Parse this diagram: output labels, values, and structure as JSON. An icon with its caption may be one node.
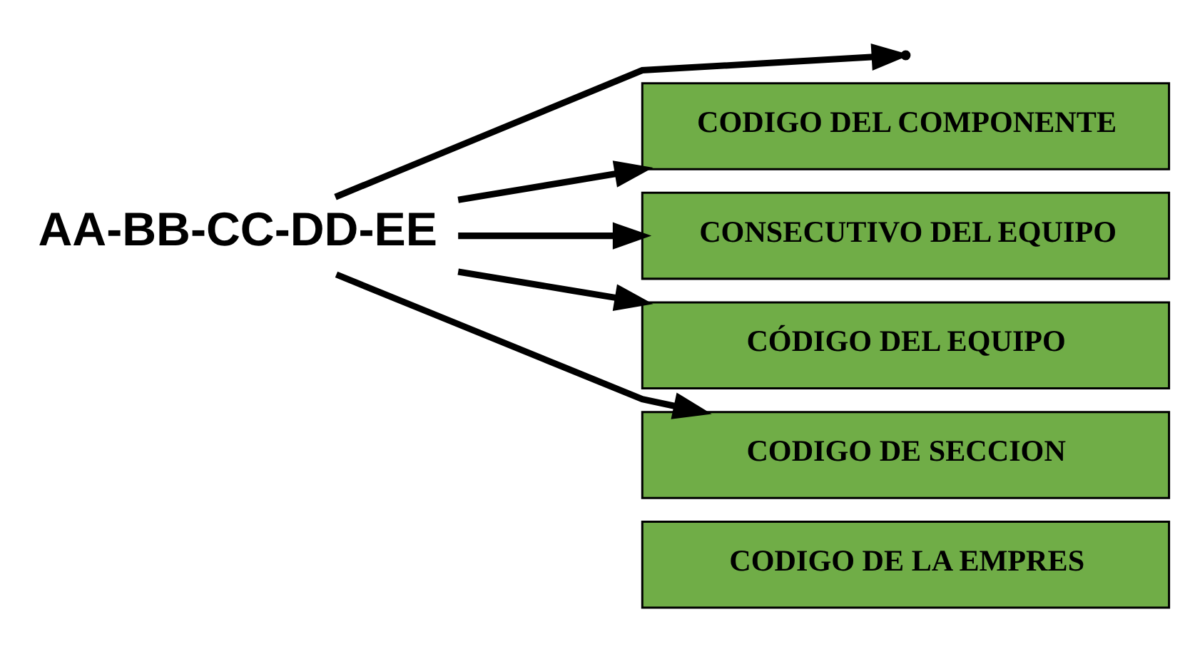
{
  "diagram": {
    "nodes": [
      {
        "text": [
          "AA-BB-CC-DD-EE"
        ]
      },
      {
        "text": [
          "CODIGO DEL COMPONENTE"
        ]
      },
      {
        "text": [
          "CONSECUTIVO DEL EQUIPO"
        ]
      },
      {
        "text": [
          "CÓDIGO DEL EQUIPO"
        ]
      },
      {
        "text": [
          "CODIGO DE SECCION"
        ]
      },
      {
        "text": [
          "CODIGO DE LA EMPRES"
        ]
      }
    ],
    "edges": [
      {
        "from": 0,
        "to": null,
        "arrow": "to"
      },
      {
        "from": 0,
        "to": 1,
        "arrow": "to"
      },
      {
        "from": 0,
        "to": 2,
        "arrow": "to"
      },
      {
        "from": 0,
        "to": 3,
        "arrow": "to"
      },
      {
        "from": 0,
        "to": 4,
        "arrow": "to"
      }
    ]
  }
}
